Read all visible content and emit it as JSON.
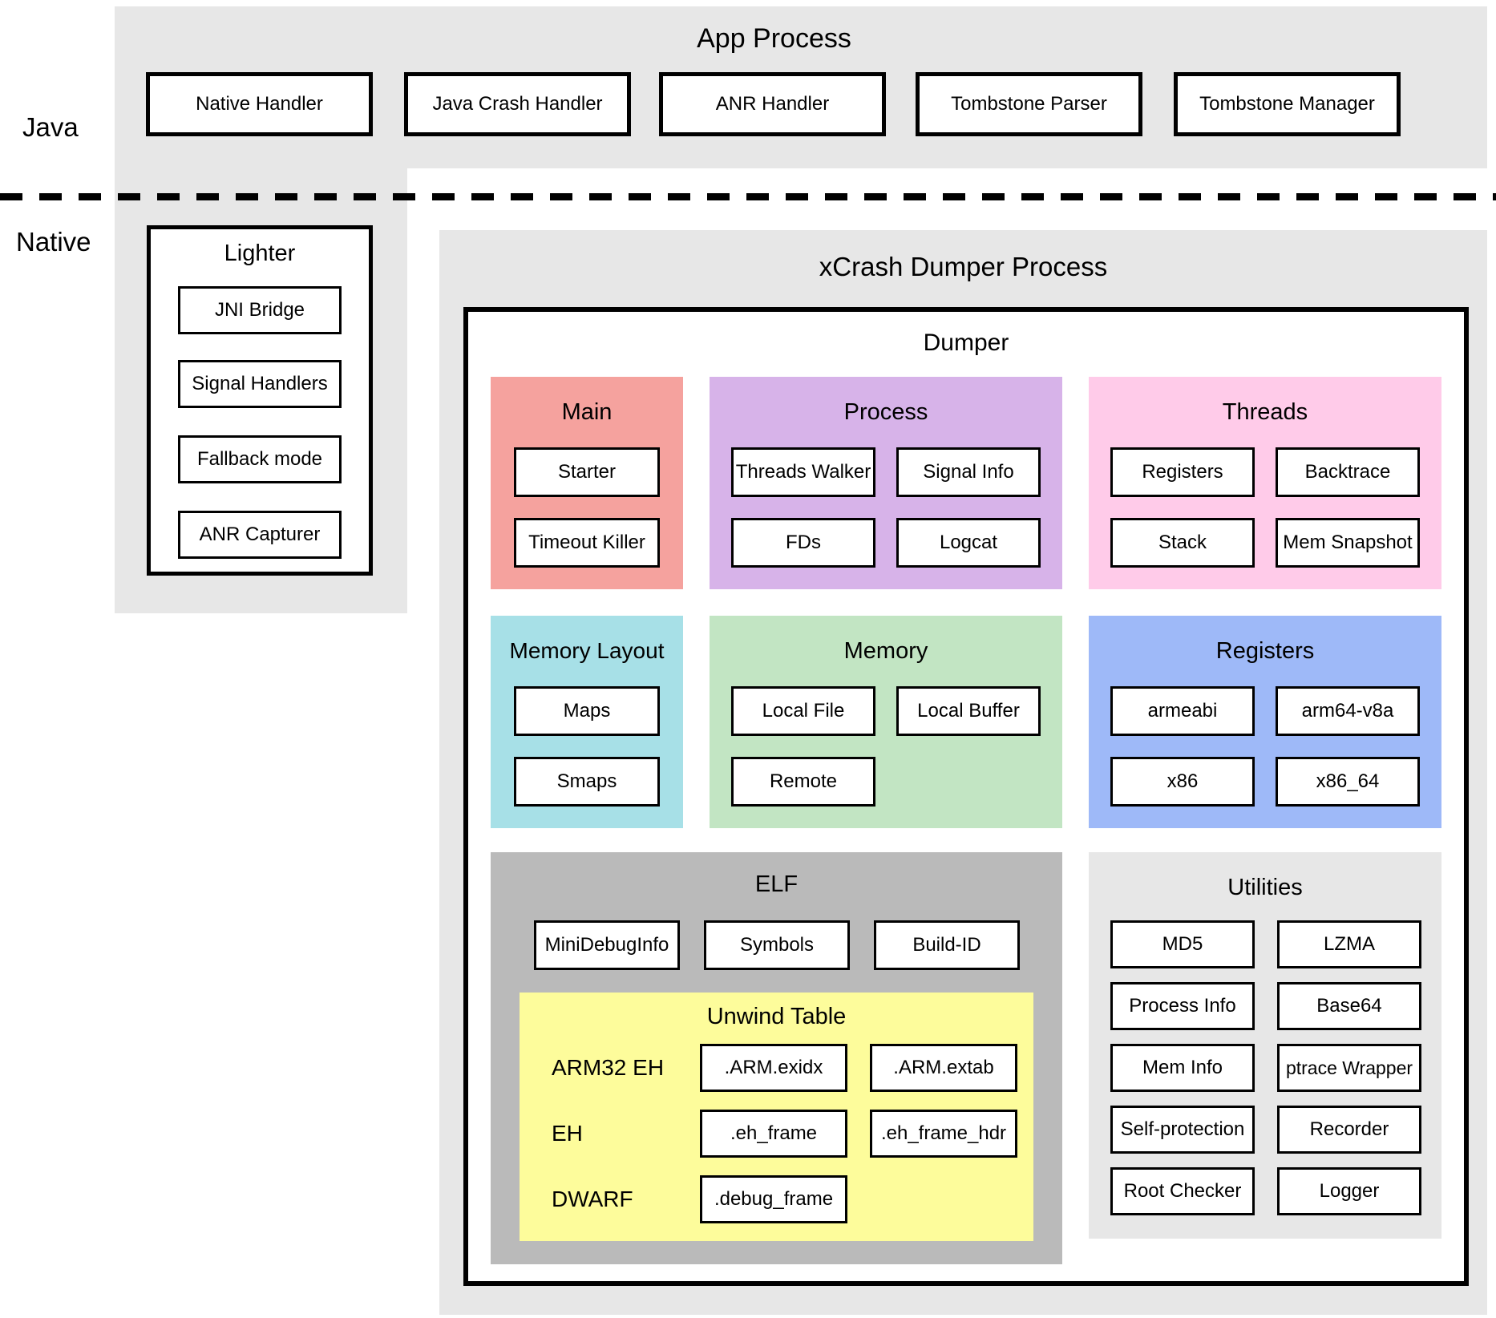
{
  "labels": {
    "java": "Java",
    "native": "Native"
  },
  "app_process": {
    "title": "App Process",
    "boxes": [
      "Native Handler",
      "Java Crash Handler",
      "ANR Handler",
      "Tombstone Parser",
      "Tombstone Manager"
    ]
  },
  "lighter": {
    "title": "Lighter",
    "boxes": [
      "JNI Bridge",
      "Signal Handlers",
      "Fallback mode",
      "ANR Capturer"
    ]
  },
  "dumper_process": {
    "title": "xCrash Dumper Process",
    "container_title": "Dumper",
    "sections": [
      {
        "title": "Main",
        "color": "#f5a29e",
        "boxes": [
          "Starter",
          "Timeout Killer"
        ]
      },
      {
        "title": "Process",
        "color": "#d7b3e9",
        "boxes": [
          "Threads Walker",
          "Signal Info",
          "FDs",
          "Logcat"
        ]
      },
      {
        "title": "Threads",
        "color": "#ffcbe9",
        "boxes": [
          "Registers",
          "Backtrace",
          "Stack",
          "Mem Snapshot"
        ]
      },
      {
        "title": "Memory Layout",
        "color": "#a7e0e7",
        "boxes": [
          "Maps",
          "Smaps"
        ]
      },
      {
        "title": "Memory",
        "color": "#c2e5c3",
        "boxes": [
          "Local File",
          "Local Buffer",
          "Remote"
        ]
      },
      {
        "title": "Registers",
        "color": "#9eb9f8",
        "boxes": [
          "armeabi",
          "arm64-v8a",
          "x86",
          "x86_64"
        ]
      }
    ],
    "elf": {
      "title": "ELF",
      "color": "#bababa",
      "boxes": [
        "MiniDebugInfo",
        "Symbols",
        "Build-ID"
      ],
      "unwind_table": {
        "title": "Unwind Table",
        "color": "#fdfc9b",
        "rows": [
          {
            "label": "ARM32 EH",
            "boxes": [
              ".ARM.exidx",
              ".ARM.extab"
            ]
          },
          {
            "label": "EH",
            "boxes": [
              ".eh_frame",
              ".eh_frame_hdr"
            ]
          },
          {
            "label": "DWARF",
            "boxes": [
              ".debug_frame"
            ]
          }
        ]
      }
    },
    "utilities": {
      "title": "Utilities",
      "color": "#e7e7e7",
      "boxes": [
        "MD5",
        "LZMA",
        "Process Info",
        "Base64",
        "Mem Info",
        "ptrace Wrapper",
        "Self-protection",
        "Recorder",
        "Root Checker",
        "Logger"
      ]
    }
  },
  "colors": {
    "page_background": "#ffffff",
    "region_gray": "#e7e7e7",
    "border_black": "#000000"
  }
}
